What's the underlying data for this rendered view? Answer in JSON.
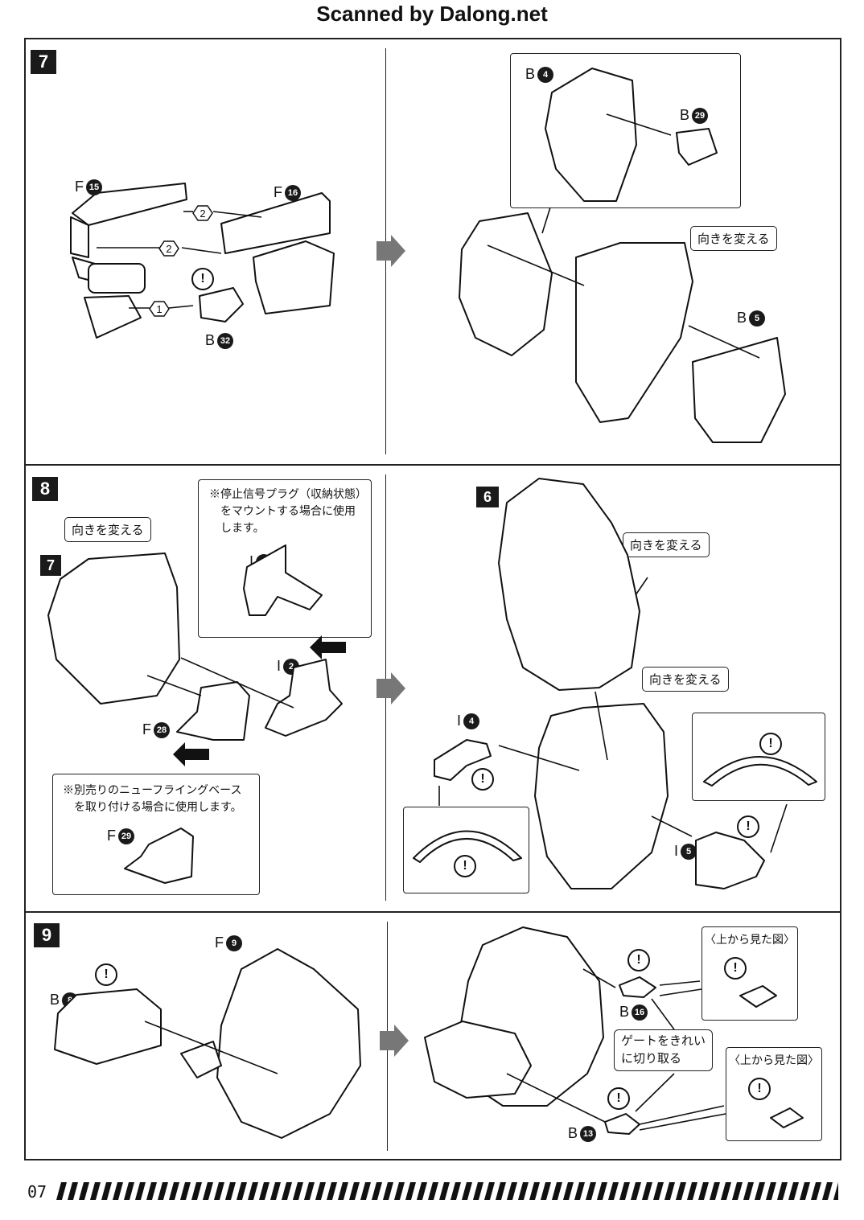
{
  "header": {
    "title": "Scanned by Dalong.net"
  },
  "steps": [
    {
      "number": "7",
      "left": {
        "parts": [
          {
            "letter": "F",
            "num": "15"
          },
          {
            "letter": "F",
            "num": "16"
          },
          {
            "letter": "B",
            "num": "32"
          }
        ],
        "order": [
          "2",
          "2",
          "1"
        ]
      },
      "right": {
        "parts": [
          {
            "letter": "B",
            "num": "4"
          },
          {
            "letter": "B",
            "num": "29"
          },
          {
            "letter": "B",
            "num": "5"
          }
        ],
        "callout": "向きを変える"
      }
    },
    {
      "number": "8",
      "left": {
        "callout": "向きを変える",
        "sub_step": "7",
        "note_top": [
          "※停止信号プラグ（収納状態）",
          "をマウントする場合に使用",
          "します。"
        ],
        "note_bottom": [
          "※別売りのニューフライングベース",
          "を取り付ける場合に使用します。"
        ],
        "parts": [
          {
            "letter": "I",
            "num": "3"
          },
          {
            "letter": "I",
            "num": "2"
          },
          {
            "letter": "F",
            "num": "28"
          },
          {
            "letter": "F",
            "num": "29"
          }
        ]
      },
      "right": {
        "sub_step": "6",
        "callout_1": "向きを変える",
        "callout_2": "向きを変える",
        "parts": [
          {
            "letter": "I",
            "num": "4"
          },
          {
            "letter": "I",
            "num": "5"
          }
        ]
      }
    },
    {
      "number": "9",
      "left": {
        "parts": [
          {
            "letter": "B",
            "num": "8"
          },
          {
            "letter": "F",
            "num": "9"
          }
        ]
      },
      "right": {
        "parts": [
          {
            "letter": "B",
            "num": "16"
          },
          {
            "letter": "B",
            "num": "13"
          }
        ],
        "top_view_1": "〈上から見た図〉",
        "top_view_2": "〈上から見た図〉",
        "gate_note": [
          "ゲートをきれい",
          "に切り取る"
        ]
      }
    }
  ],
  "footer": {
    "page": "07"
  }
}
